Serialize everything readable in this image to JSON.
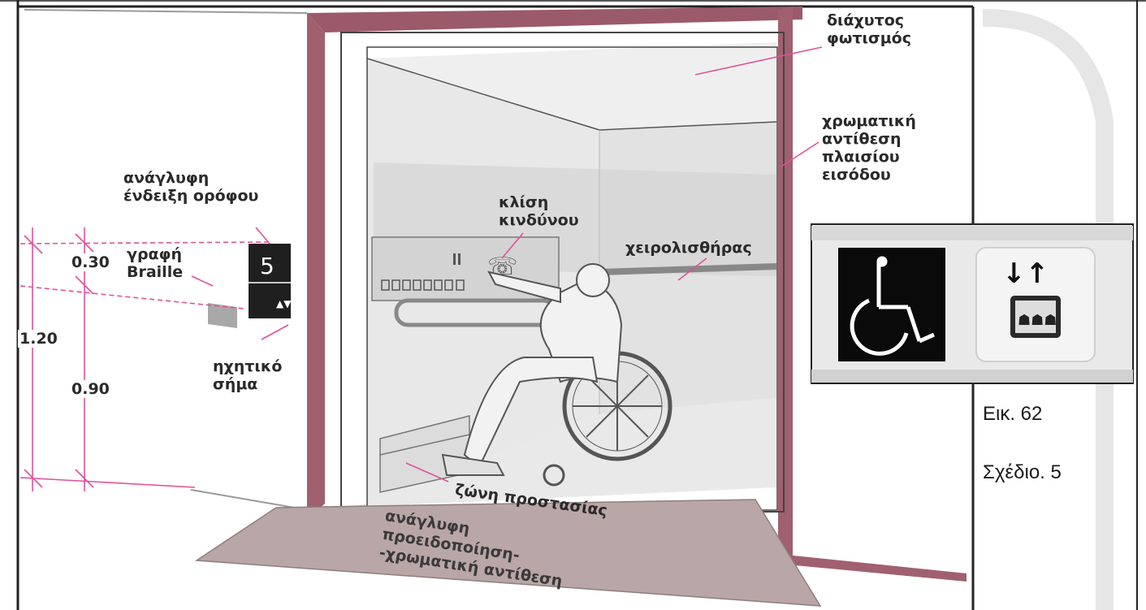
{
  "figure": {
    "labels": {
      "diffuse_lighting": [
        "διάχυτος",
        "φωτισμός"
      ],
      "color_contrast_frame": [
        "χρωματική",
        "αντίθεση",
        "πλαισίου",
        "εισόδου"
      ],
      "floor_indication": [
        "ανάγλυφη",
        "ένδειξη ορόφου"
      ],
      "emergency_call": [
        "κλίση",
        "κινδύνου"
      ],
      "handrail": "χειρολισθήρας",
      "braille": [
        "γραφή",
        "Braille"
      ],
      "audio_signal": [
        "ηχητικό",
        "σήμα"
      ],
      "protection_zone": "ζώνη προστασίας",
      "tactile_warning": [
        "ανάγλυφη",
        "προειδοποίηση-",
        "-χρωματική αντίθεση"
      ]
    },
    "dimensions": {
      "d030": "0.30",
      "d120": "1.20",
      "d090": "0.90"
    },
    "floor_number": "5",
    "colors": {
      "frame": "#a0606f",
      "leader": "#e0509a",
      "ramp": "#b9a6a6"
    }
  },
  "side_panel": {
    "icons": [
      "wheelchair-accessible-icon",
      "elevator-icon"
    ],
    "caption_fig": "Εικ. 62",
    "caption_plan": "Σχέδιο. 5"
  }
}
